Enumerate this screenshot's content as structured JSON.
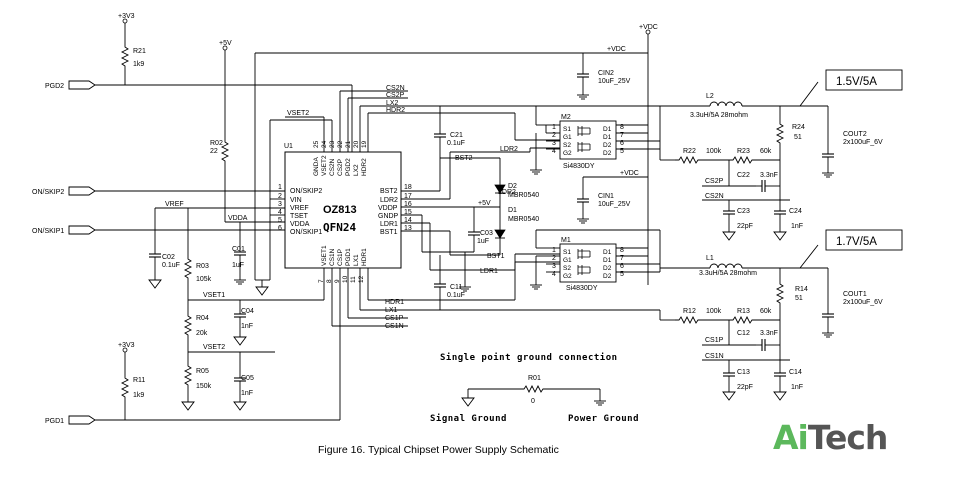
{
  "caption": "Figure 16. Typical Chipset Power Supply Schematic",
  "logo": {
    "part1": "Ai",
    "part2": "Tech",
    "color1": "#5cb85c",
    "color2": "#555555"
  },
  "ic": {
    "ref": "U1",
    "name": "OZ813",
    "package": "QFN24",
    "left_pins": [
      {
        "num": "1",
        "name": "ON/SKIP2"
      },
      {
        "num": "2",
        "name": "VIN"
      },
      {
        "num": "3",
        "name": "VREF"
      },
      {
        "num": "4",
        "name": "TSET"
      },
      {
        "num": "5",
        "name": "VDDA"
      },
      {
        "num": "6",
        "name": "ON/SKIP1"
      }
    ],
    "right_pins": [
      {
        "num": "18",
        "name": "BST2"
      },
      {
        "num": "17",
        "name": "LDR2"
      },
      {
        "num": "16",
        "name": "VDDP"
      },
      {
        "num": "15",
        "name": "GNDP"
      },
      {
        "num": "14",
        "name": "LDR1"
      },
      {
        "num": "13",
        "name": "BST1"
      }
    ],
    "top_pins": [
      {
        "num": "25",
        "name": "GNDA"
      },
      {
        "num": "24",
        "name": "VSET2"
      },
      {
        "num": "23",
        "name": "CS2N"
      },
      {
        "num": "22",
        "name": "CS2P"
      },
      {
        "num": "21",
        "name": "PGD2"
      },
      {
        "num": "20",
        "name": "LX2"
      },
      {
        "num": "19",
        "name": "HDR2"
      }
    ],
    "bottom_pins": [
      {
        "num": "7",
        "name": "VSET1"
      },
      {
        "num": "8",
        "name": "CS1N"
      },
      {
        "num": "9",
        "name": "CS1P"
      },
      {
        "num": "10",
        "name": "PGD1"
      },
      {
        "num": "11",
        "name": "LX1"
      },
      {
        "num": "12",
        "name": "HDR1"
      }
    ]
  },
  "inputs": {
    "pgd2": "PGD2",
    "on_skip2": "ON/SKIP2",
    "on_skip1": "ON/SKIP1",
    "pgd1": "PGD1"
  },
  "rails": {
    "v3v3_top": "+3V3",
    "v3v3_bottom": "+3V3",
    "v5v": "+5V",
    "vdc_top": "+VDC",
    "vdc_right": "+VDC",
    "vdc_mid": "+VDC",
    "v5v_mid": "+5V"
  },
  "nets": {
    "vset2": "VSET2",
    "vset2_b": "VSET2",
    "vset1": "VSET1",
    "vref": "VREF",
    "vdda": "VDDA",
    "cs2n": "CS2N",
    "cs2p": "CS2P",
    "lx2": "LX2",
    "hdr2": "HDR2",
    "bst2": "BST2",
    "ldr2": "LDR2",
    "ldr2b": "LDR2",
    "bst1": "BST1",
    "ldr1": "LDR1",
    "hdr1": "HDR1",
    "lx1": "LX1",
    "cs1p": "CS1P",
    "cs1n": "CS1N",
    "cs2p_r": "CS2P",
    "cs2n_r": "CS2N",
    "cs1p_r": "CS1P",
    "cs1n_r": "CS1N"
  },
  "components": {
    "r21": {
      "ref": "R21",
      "val": "1k9"
    },
    "r02": {
      "ref": "R02",
      "val": "22"
    },
    "r03": {
      "ref": "R03",
      "val": "105k"
    },
    "r04": {
      "ref": "R04",
      "val": "20k"
    },
    "r05": {
      "ref": "R05",
      "val": "150k"
    },
    "r11": {
      "ref": "R11",
      "val": "1k9"
    },
    "c01": {
      "ref": "C01",
      "val": "1uF"
    },
    "c02": {
      "ref": "C02",
      "val": "0.1uF"
    },
    "c04": {
      "ref": "C04",
      "val": "1nF"
    },
    "c05": {
      "ref": "C05",
      "val": "1nF"
    },
    "c21": {
      "ref": "C21",
      "val": "0.1uF"
    },
    "c11": {
      "ref": "C11",
      "val": "0.1uF"
    },
    "c03": {
      "ref": "C03",
      "val": "1uF"
    },
    "d2": {
      "ref": "D2",
      "val": "MBR0540"
    },
    "d1": {
      "ref": "D1",
      "val": "MBR0540"
    },
    "cin2": {
      "ref": "CIN2",
      "val": "10uF_25V"
    },
    "cin1": {
      "ref": "CIN1",
      "val": "10uF_25V"
    },
    "m2": {
      "ref": "M2",
      "val": "Si4830DY"
    },
    "m1": {
      "ref": "M1",
      "val": "Si4830DY"
    },
    "l2": {
      "ref": "L2",
      "val": "3.3uH/5A 28mohm"
    },
    "l1": {
      "ref": "L1",
      "val": "3.3uH/5A 28mohm"
    },
    "r24": {
      "ref": "R24",
      "val": "51"
    },
    "r14": {
      "ref": "R14",
      "val": "51"
    },
    "cout2": {
      "ref": "COUT2",
      "val": "2x100uF_6V"
    },
    "cout1": {
      "ref": "COUT1",
      "val": "2x100uF_6V"
    },
    "r22": {
      "ref": "R22",
      "val": "100k"
    },
    "r23": {
      "ref": "R23",
      "val": "60k"
    },
    "r12": {
      "ref": "R12",
      "val": "100k"
    },
    "r13": {
      "ref": "R13",
      "val": "60k"
    },
    "c22": {
      "ref": "C22",
      "val": "3.3nF"
    },
    "c12": {
      "ref": "C12",
      "val": "3.3nF"
    },
    "c23": {
      "ref": "C23",
      "val": "22pF"
    },
    "c24": {
      "ref": "C24",
      "val": "1nF"
    },
    "c13": {
      "ref": "C13",
      "val": "22pF"
    },
    "c14": {
      "ref": "C14",
      "val": "1nF"
    },
    "r01": {
      "ref": "R01",
      "val": "0"
    }
  },
  "mosfet_pins": {
    "s1": "S1",
    "g1": "G1",
    "s2": "S2",
    "g2": "G2",
    "d1": "D1",
    "d2": "D2",
    "n1": "1",
    "n2": "2",
    "n3": "3",
    "n4": "4",
    "n5": "5",
    "n6": "6",
    "n7": "7",
    "n8": "8"
  },
  "outputs": {
    "out2": "1.5V/5A",
    "out1": "1.7V/5A"
  },
  "notes": {
    "ground_title": "Single point ground connection",
    "signal_ground": "Signal Ground",
    "power_ground": "Power Ground"
  }
}
